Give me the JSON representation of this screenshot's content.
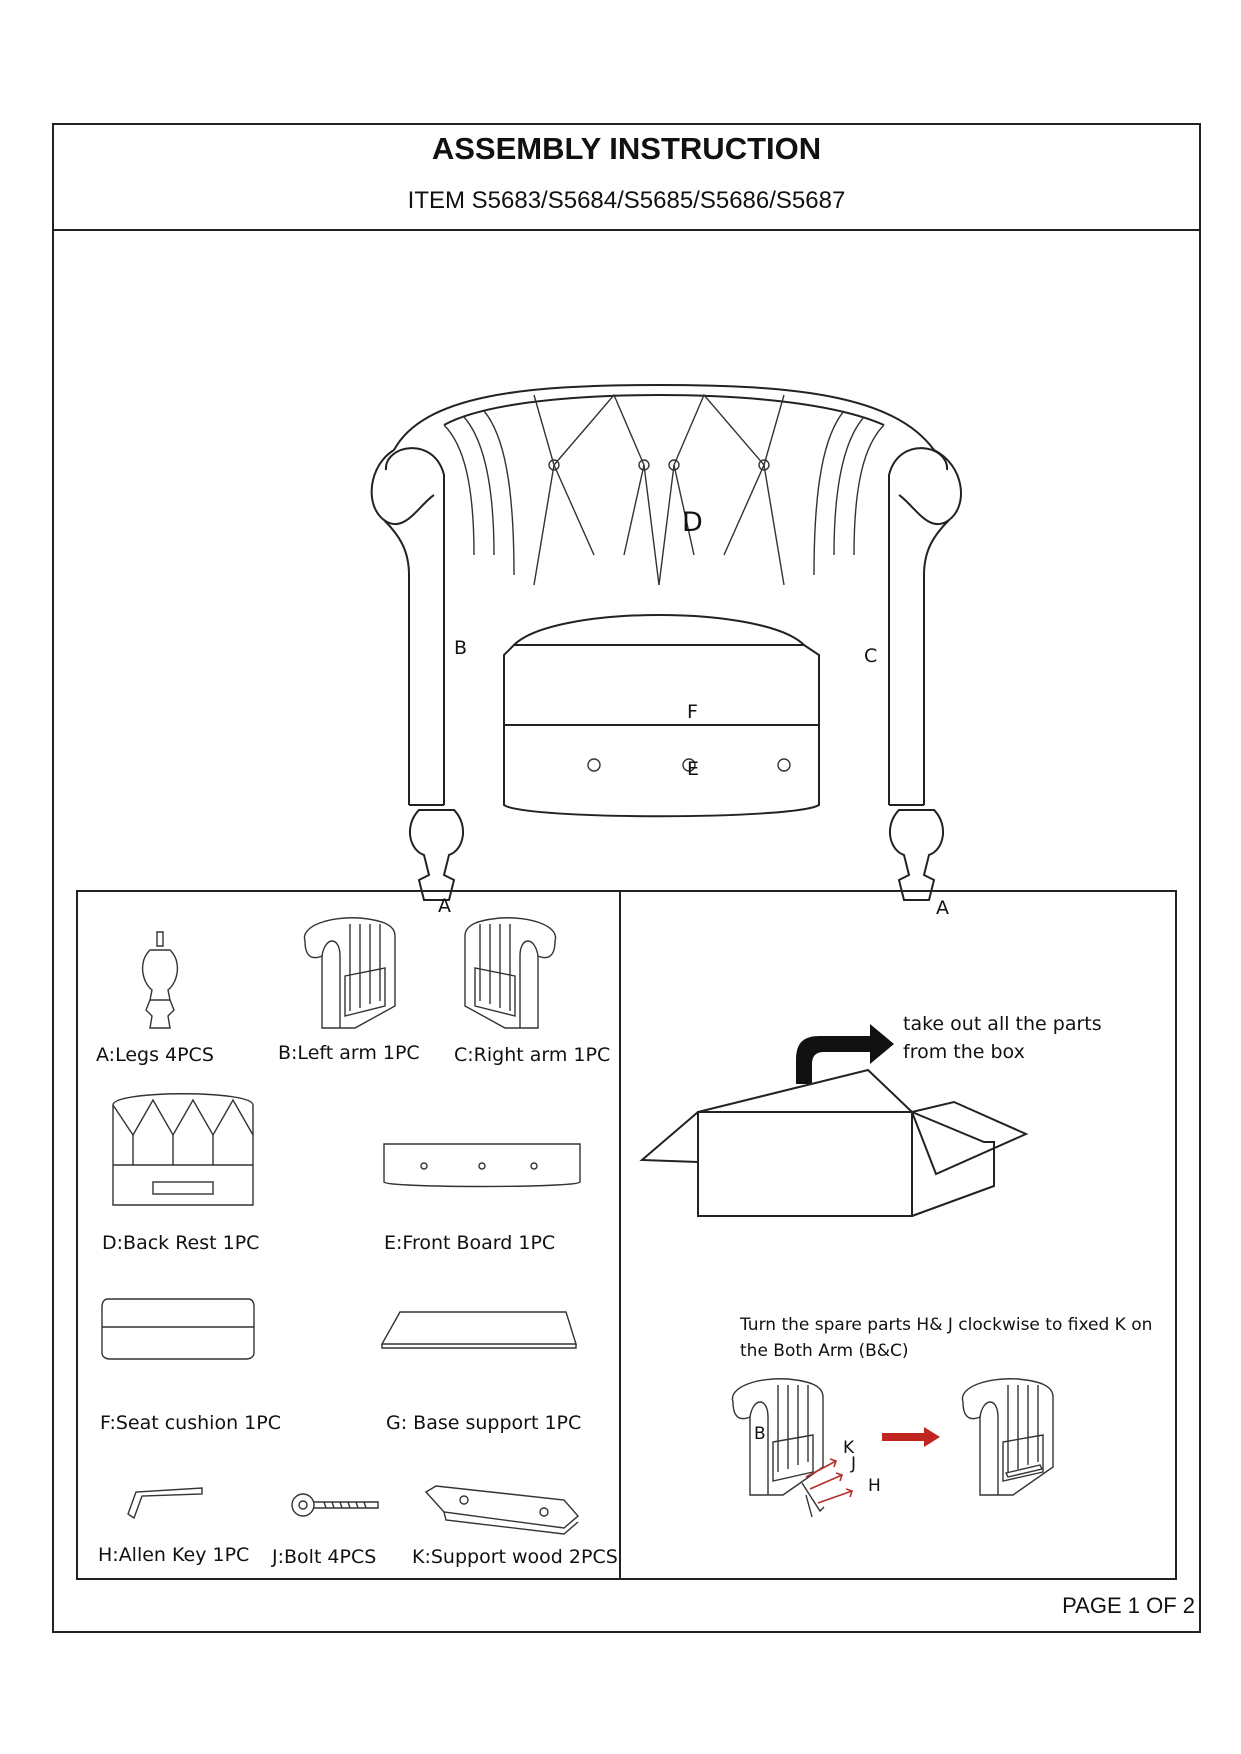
{
  "header": {
    "title": "ASSEMBLY INSTRUCTION",
    "item": "ITEM S5683/S5684/S5685/S5686/S5687"
  },
  "diagram_labels": {
    "back": "D",
    "left_arm": "B",
    "right_arm": "C",
    "seat": "F",
    "front": "E",
    "leg_left": "A",
    "leg_right": "A"
  },
  "parts": [
    {
      "caption": "A:Legs 4PCS",
      "icon": "leg-icon"
    },
    {
      "caption": "B:Left arm 1PC",
      "icon": "left-arm-icon"
    },
    {
      "caption": "C:Right arm 1PC",
      "icon": "right-arm-icon"
    },
    {
      "caption": "D:Back Rest 1PC",
      "icon": "back-rest-icon"
    },
    {
      "caption": "E:Front Board 1PC",
      "icon": "front-board-icon"
    },
    {
      "caption": "F:Seat cushion 1PC",
      "icon": "seat-cushion-icon"
    },
    {
      "caption": "G: Base support 1PC",
      "icon": "base-support-icon"
    },
    {
      "caption": "H:Allen Key 1PC",
      "icon": "allen-key-icon"
    },
    {
      "caption": "J:Bolt 4PCS",
      "icon": "bolt-icon"
    },
    {
      "caption": "K:Support wood 2PCS",
      "icon": "support-wood-icon"
    }
  ],
  "steps": {
    "unbox_line1": "take out all the parts",
    "unbox_line2": "from the box",
    "attach_line1": "Turn the spare parts H& J clockwise to fixed K on",
    "attach_line2": "the Both Arm (B&C)",
    "attach_labels": {
      "arm": "B",
      "k": "K",
      "j": "J",
      "h": "H"
    }
  },
  "footer": {
    "page": "PAGE 1 OF 2"
  }
}
